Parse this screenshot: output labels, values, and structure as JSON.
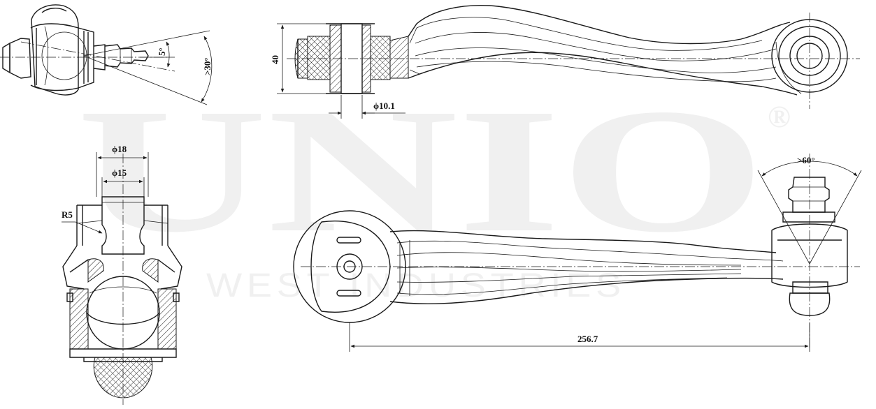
{
  "watermark": {
    "brand": "UNIO",
    "registered_mark": "®",
    "subtitle": "WEST INDUSTRIES"
  },
  "dimensions": {
    "angle_top": "5°",
    "angle_swing": ">30°",
    "height": "40",
    "bore_diameter": "ϕ10.1",
    "ball_outer_diameter": "ϕ18",
    "ball_inner_diameter": "ϕ15",
    "radius": "R5",
    "angle_side": ">60°",
    "length": "256.7"
  },
  "colors": {
    "line": "#1a1a1a",
    "watermark": "#f0f0f0"
  }
}
